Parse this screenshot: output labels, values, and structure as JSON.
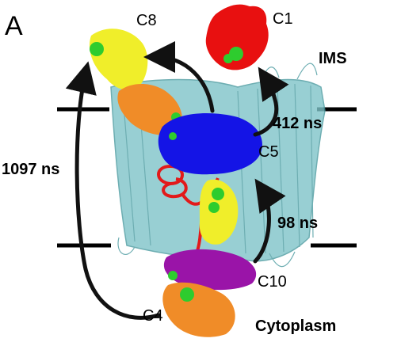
{
  "panel_label": "A",
  "regions": {
    "top": "IMS",
    "bottom": "Cytoplasm"
  },
  "clusters": [
    {
      "id": "C1",
      "color": "#e81010"
    },
    {
      "id": "C8",
      "color": "#f0ee2a"
    },
    {
      "id": "C5",
      "color": "#1414e6"
    },
    {
      "id": "C10",
      "color": "#9a14a8"
    },
    {
      "id": "C4",
      "color": "#f08c28"
    }
  ],
  "transitions": [
    {
      "from": "C4",
      "to": "C8",
      "time": "1097 ns"
    },
    {
      "from": "C5",
      "to": "C1",
      "time": "412 ns"
    },
    {
      "from": "C10",
      "to": "C5",
      "time": "98 ns"
    }
  ],
  "colors": {
    "barrel": "#7fc4c9",
    "barrel_edge": "#4a9aa0",
    "helix": "#e21a1a",
    "marker": "#2ecc2e",
    "arrow": "#111111"
  }
}
